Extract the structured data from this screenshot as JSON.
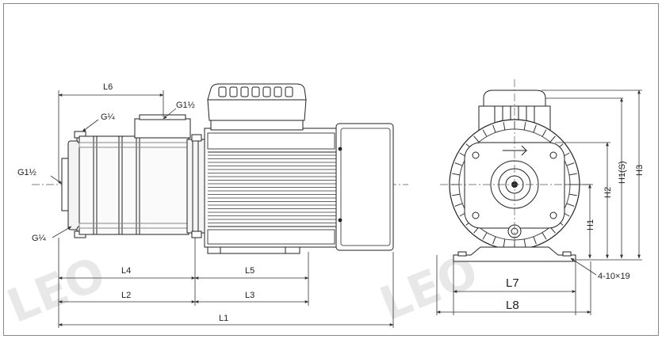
{
  "watermark": "LEO",
  "side_view": {
    "port_labels": {
      "g14_top": "G¼",
      "g112_top": "G1½",
      "g112_left": "G1½",
      "g14_bottom": "G¼"
    },
    "dimensions": {
      "L6": "L6",
      "L4": "L4",
      "L5": "L5",
      "L2": "L2",
      "L3": "L3",
      "L1": "L1"
    }
  },
  "front_view": {
    "dimensions": {
      "H1": "H1",
      "H2": "H2",
      "H1S": "H1(S)",
      "H3": "H3",
      "L7": "L7",
      "L8": "L8"
    },
    "holes": "4-10×19"
  }
}
